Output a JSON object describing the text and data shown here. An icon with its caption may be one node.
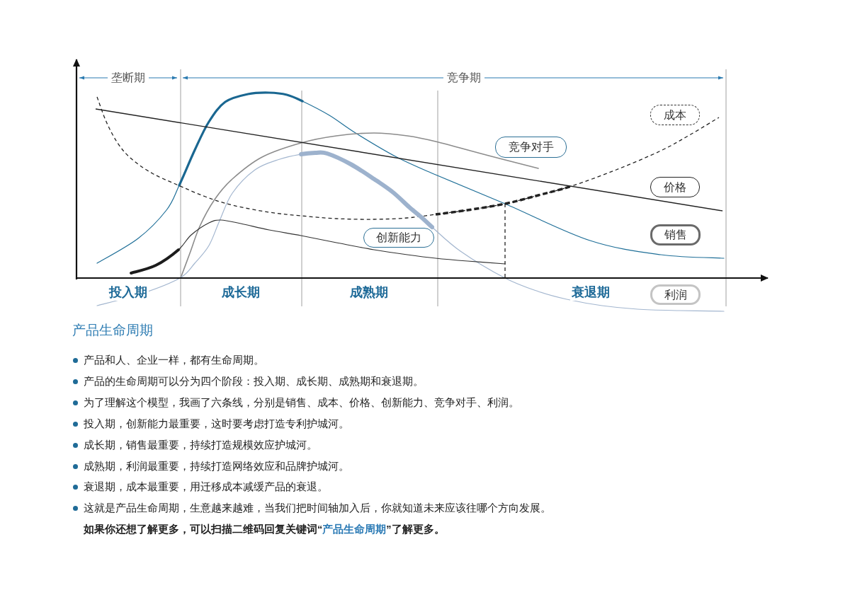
{
  "diagram": {
    "title": "产品生命周期",
    "nodes": [
      {
        "text": [
          "成本"
        ]
      },
      {
        "text": [
          "竞争对手"
        ]
      },
      {
        "text": [
          "价格"
        ]
      },
      {
        "text": [
          "创新能力"
        ]
      },
      {
        "text": [
          "销售"
        ]
      },
      {
        "text": [
          "利润"
        ]
      }
    ],
    "labels": [
      "垄断期",
      "竞争期",
      "投入期",
      "成长期",
      "成熟期",
      "衰退期",
      "产品和人、企业一样，都有生命周期。",
      "产品的生命周期可以分为四个阶段：投入期、成长期、成熟期和衰退期。",
      "为了理解这个模型，我画了六条线，分别是销售、成本、价格、创新能力、竞争对手、利润。",
      "投入期，创新能力最重要，这时要考虑打造专利护城河。",
      "成长期，销售最重要，持续打造规模效应护城河。",
      "成熟期，利润最重要，持续打造网络效应和品牌护城河。",
      "衰退期，成本最重要，用迁移成本减缓产品的衰退。",
      "这就是产品生命周期，生意越来越难，当我们把时间轴加入后，你就知道未来应该往哪个方向发展。",
      "如果你还想了解更多，可以扫描二维码回复关键词“**产品生命周期**”了解更多。"
    ]
  }
}
